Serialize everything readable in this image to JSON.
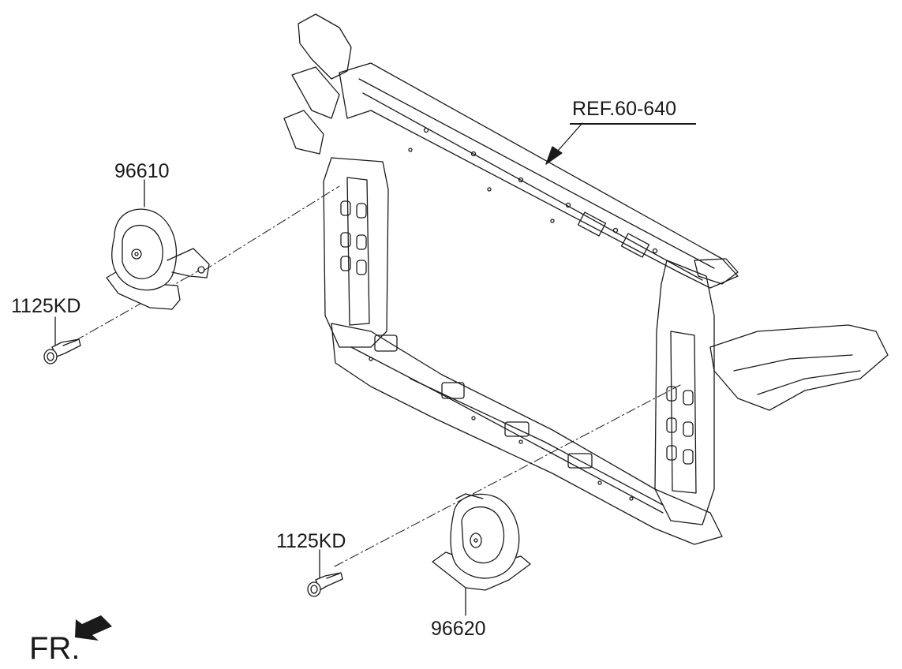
{
  "labels": {
    "ref": "REF.60-640",
    "horn_upper": "96610",
    "bolt_upper": "1125KD",
    "bolt_lower": "1125KD",
    "horn_lower": "96620",
    "front": "FR."
  },
  "colors": {
    "line": "#1a1a1a",
    "fill": "#ffffff"
  }
}
